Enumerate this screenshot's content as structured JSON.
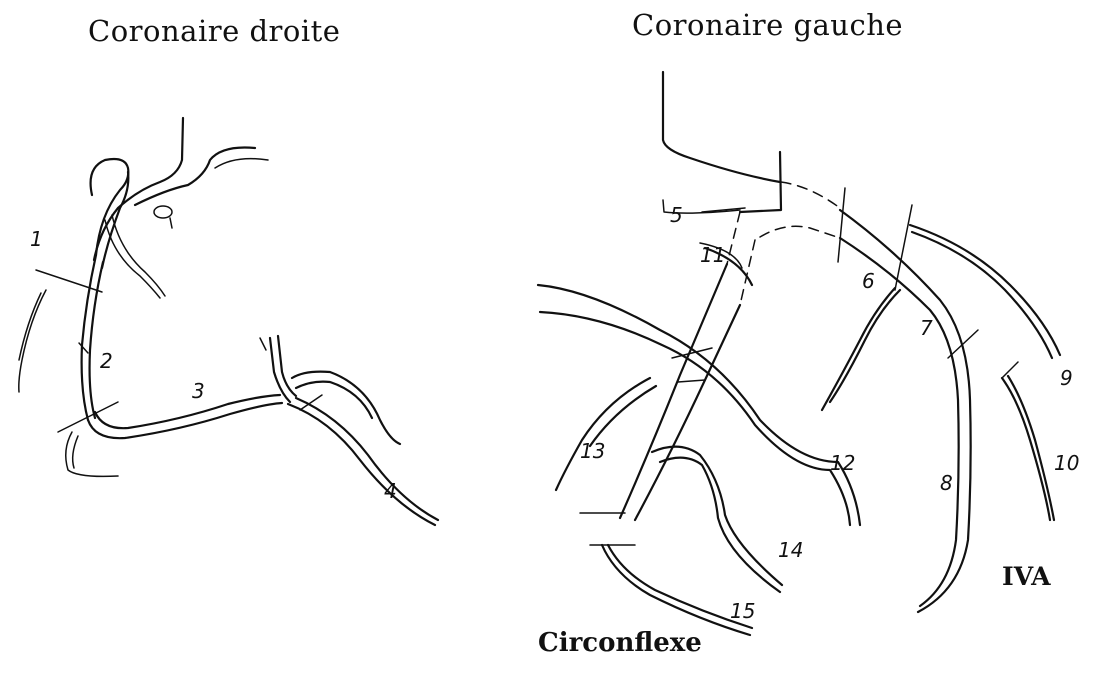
{
  "titles": {
    "right_coronary": "Coronaire droite",
    "left_coronary": "Coronaire gauche",
    "circumflex": "Circonflexe",
    "lad": "IVA"
  },
  "segments": {
    "s1": "1",
    "s2": "2",
    "s3": "3",
    "s4": "4",
    "s5": "5",
    "s6": "6",
    "s7": "7",
    "s8": "8",
    "s9": "9",
    "s10": "10",
    "s11": "11",
    "s12": "12",
    "s13": "13",
    "s14": "14",
    "s15": "15"
  }
}
